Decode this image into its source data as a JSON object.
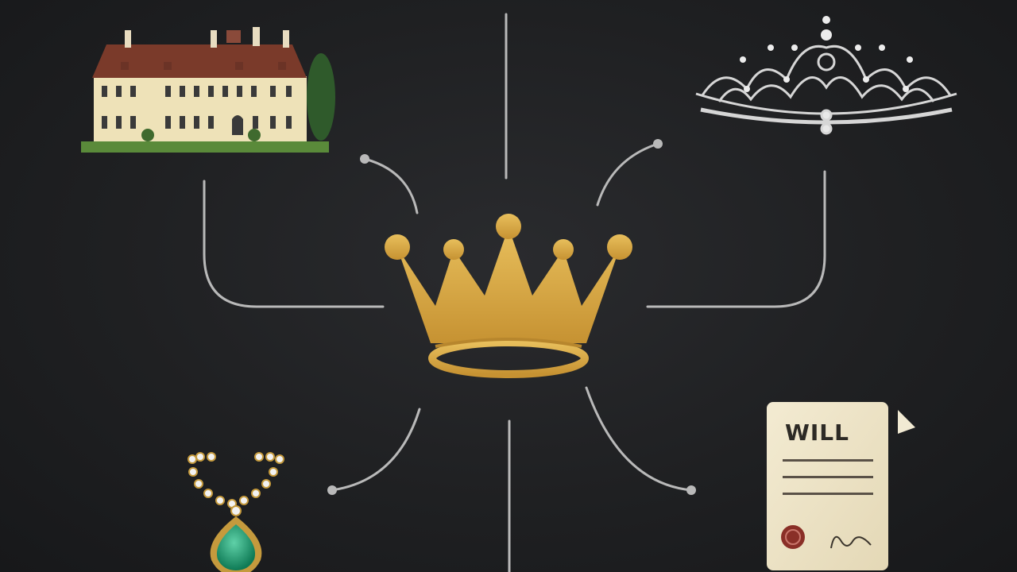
{
  "diagram": {
    "center": {
      "icon": "gold-crown-icon",
      "color": "#d9a843"
    },
    "nodes": [
      {
        "id": "estate",
        "icon": "manor-house-icon"
      },
      {
        "id": "tiara",
        "icon": "diamond-tiara-icon"
      },
      {
        "id": "necklace",
        "icon": "emerald-necklace-icon"
      },
      {
        "id": "will",
        "icon": "will-document-icon"
      }
    ],
    "connector_color": "#b9b9b9"
  },
  "will_document": {
    "title": "WILL"
  }
}
